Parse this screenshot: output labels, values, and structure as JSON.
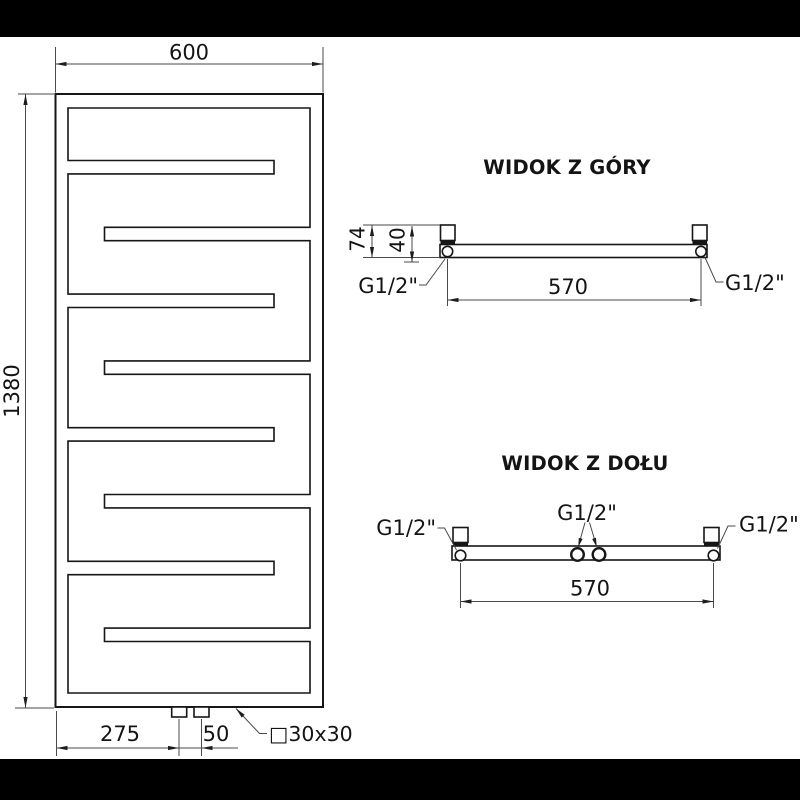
{
  "colors": {
    "line": "#161616",
    "background": "#ffffff",
    "letterbox": "#000000"
  },
  "front_view": {
    "width_dim": "600",
    "height_dim": "1380",
    "pipe_offset_dim": "275",
    "pipe_spacing_dim": "50",
    "profile_label": "□30x30"
  },
  "top_view": {
    "title": "WIDOK Z GÓRY",
    "depth_dim": "74",
    "bracket_depth_dim": "40",
    "connection_span_dim": "570",
    "connection_left": "G1/2\"",
    "connection_right": "G1/2\""
  },
  "bottom_view": {
    "title": "WIDOK Z DOŁU",
    "connection_span_dim": "570",
    "connection_left": "G1/2\"",
    "connection_center": "G1/2\"",
    "connection_right": "G1/2\""
  }
}
